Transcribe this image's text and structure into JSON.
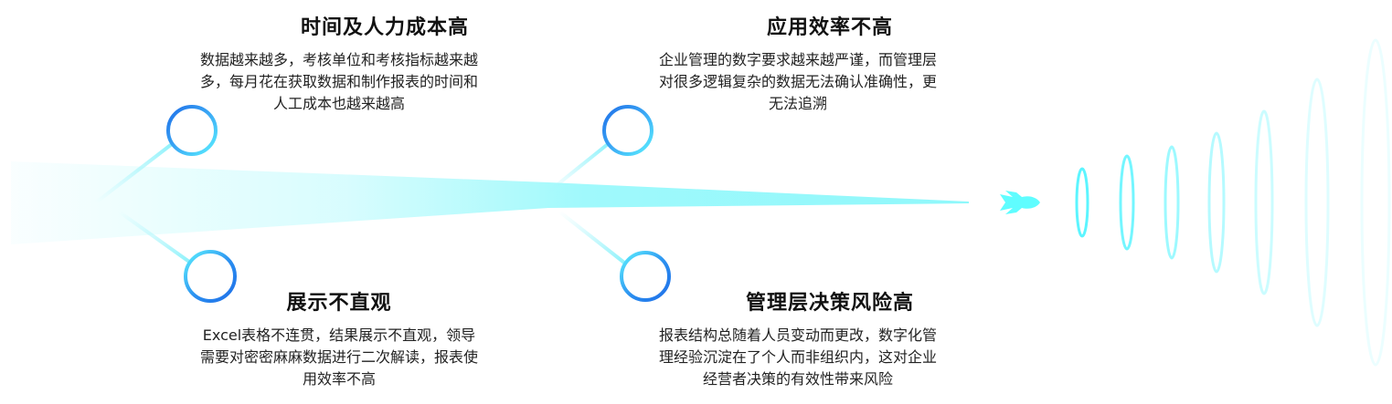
{
  "colors": {
    "beam": "#8ff8fb",
    "ring_dark": "#1f6fe8",
    "ring_light": "#5cf0ff",
    "rocket": "#5ffdff",
    "text": "#1a1a1a"
  },
  "problems": [
    {
      "title": "时间及人力成本高",
      "lines": [
        "数据越来越多，考核单位和考核指标越来越",
        "多，每月花在获取数据和制作报表的时间和",
        "人工成本也越来越高"
      ]
    },
    {
      "title": "应用效率不高",
      "lines": [
        "企业管理的数字要求越来越严谨，而管理层",
        "对很多逻辑复杂的数据无法确认准确性，更",
        "无法追溯"
      ]
    },
    {
      "title": "展示不直观",
      "lines": [
        "Excel表格不连贯，结果展示不直观，领导",
        "需要对密密麻麻数据进行二次解读，报表使",
        "用效率不高"
      ]
    },
    {
      "title": "管理层决策风险高",
      "lines": [
        "报表结构总随着人员变动而更改，数字化管",
        "理经验沉淀在了个人而非组织内，这对企业",
        "经营者决策的有效性带来风险"
      ]
    }
  ],
  "decor": {
    "rocket_icon": "rocket-icon",
    "wave_count": 7
  }
}
